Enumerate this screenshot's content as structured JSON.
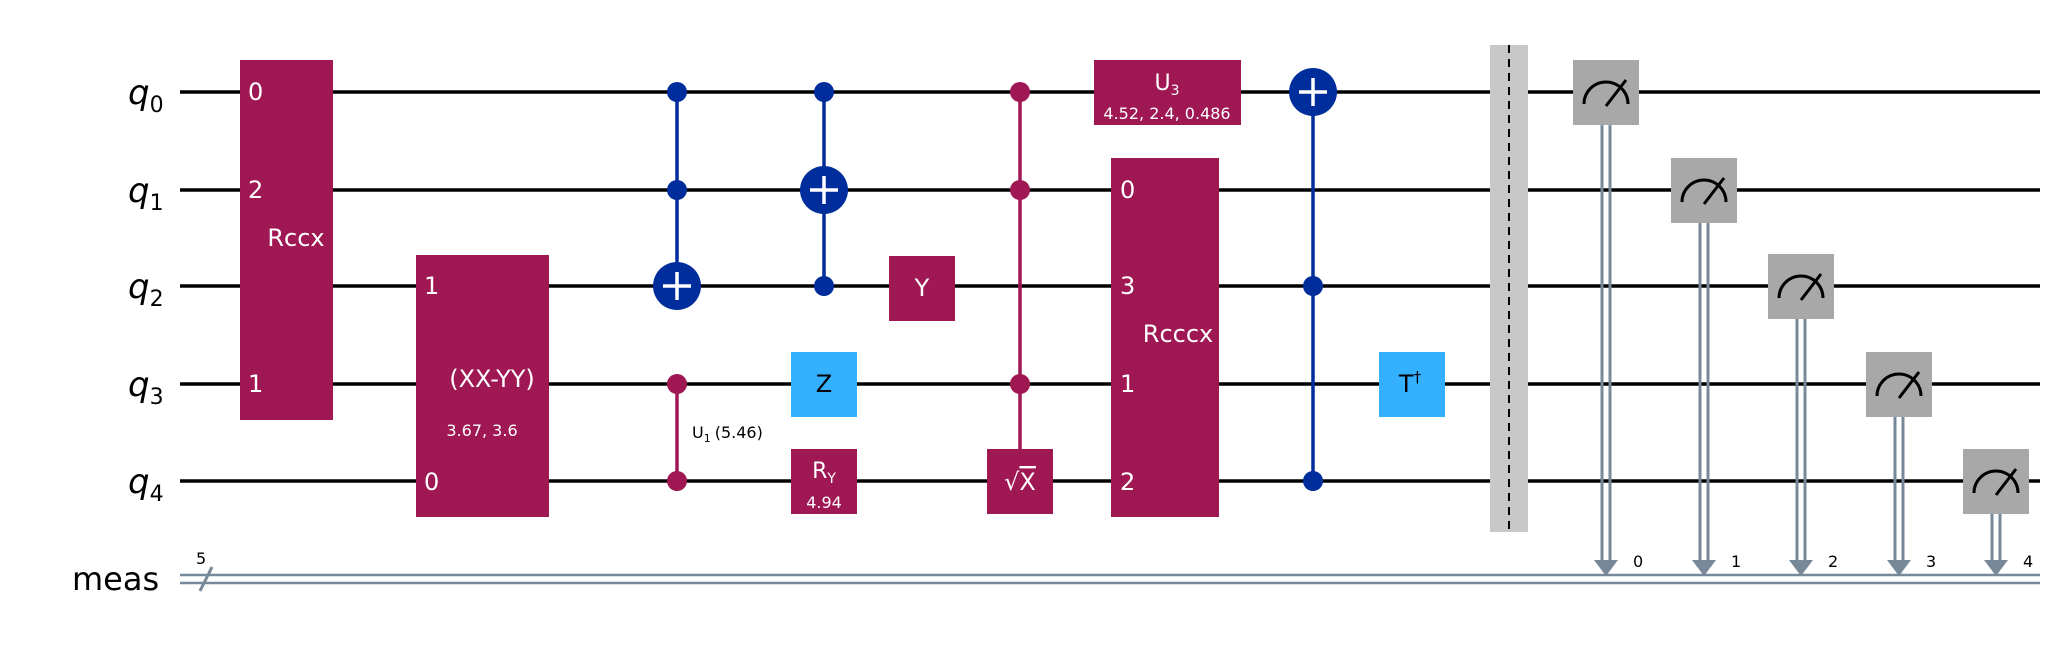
{
  "qubits": [
    {
      "name": "q",
      "index": "0"
    },
    {
      "name": "q",
      "index": "1"
    },
    {
      "name": "q",
      "index": "2"
    },
    {
      "name": "q",
      "index": "3"
    },
    {
      "name": "q",
      "index": "4"
    }
  ],
  "classical_register": {
    "name": "meas",
    "size": "5",
    "bits": [
      "0",
      "1",
      "2",
      "3",
      "4"
    ]
  },
  "gates": {
    "rccx": {
      "label": "Rccx",
      "q0": "0",
      "q1": "2",
      "q3": "1"
    },
    "xxyy": {
      "label": "(XX-YY)",
      "params": "3.67, 3.6",
      "q2": "1",
      "q4": "0"
    },
    "cu1": {
      "label": "U",
      "sub": "1",
      "params": "(5.46)"
    },
    "y": {
      "label": "Y"
    },
    "z": {
      "label": "Z"
    },
    "ry": {
      "label": "R",
      "sub": "Y",
      "param": "4.94"
    },
    "sx": {
      "label": "X",
      "sqrt": "√"
    },
    "u3": {
      "label": "U",
      "sub": "3",
      "params": "4.52, 2.4, 0.486"
    },
    "rcccx": {
      "label": "Rcccx",
      "q1": "0",
      "q2": "3",
      "q3": "1",
      "q4": "2"
    },
    "tdg": {
      "label": "T",
      "sup": "†"
    }
  },
  "colors": {
    "wire": "#000000",
    "classical_wire": "#778899",
    "multi_qubit_gate": "#9f1853",
    "controlled_x": "#002d9c",
    "pauli_gate": "#33b1ff",
    "measure": "#a8a8a8",
    "barrier": "#c8c8c8"
  }
}
